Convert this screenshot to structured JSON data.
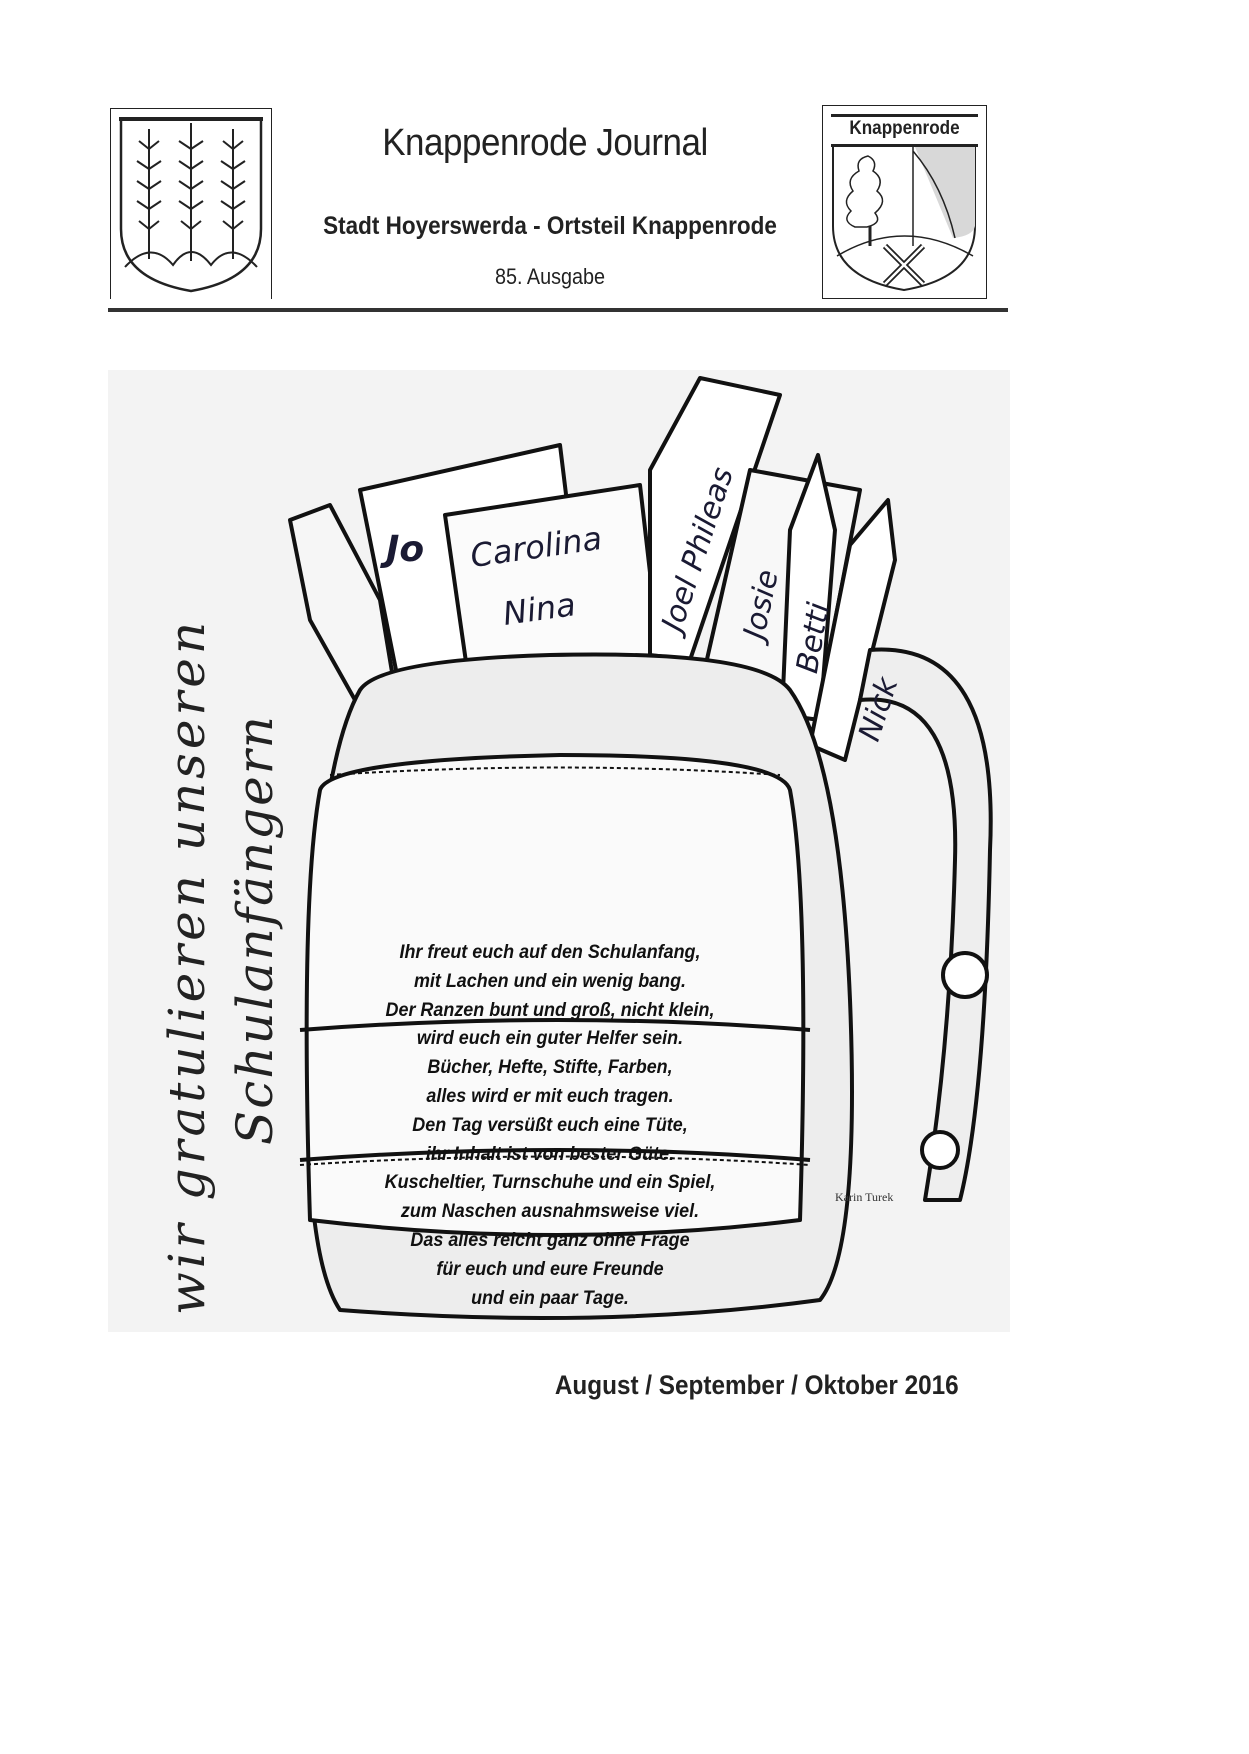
{
  "header": {
    "title": "Knappenrode Journal",
    "subtitle": "Stadt Hoyerswerda - Ortsteil Knappenrode",
    "issue": "85. Ausgabe",
    "left_crest": "hoyerswerda-crest-icon",
    "right_crest": {
      "icon": "knappenrode-crest-icon",
      "label": "Knappenrode"
    }
  },
  "illustration": {
    "greeting_line1": "wir gratulieren unseren",
    "greeting_line2": "Schulanfängern",
    "names": {
      "notebook": "Jo",
      "book_line1": "Carolina",
      "book_line2": "Nina",
      "ruler": "Joel Phileas",
      "folder": "Josie",
      "pencil1": "Betti",
      "pencil2": "Nick"
    },
    "poem": [
      "Ihr freut euch auf den Schulanfang,",
      "mit Lachen und ein wenig bang.",
      "Der Ranzen bunt und groß, nicht klein,",
      "wird euch ein guter Helfer sein.",
      "Bücher, Hefte, Stifte, Farben,",
      "alles wird er mit euch tragen.",
      "Den Tag versüßt euch eine Tüte,",
      "ihr Inhalt ist von bester Güte.",
      "Kuscheltier, Turnschuhe und ein Spiel,",
      "zum Naschen ausnahmsweise viel.",
      "Das alles reicht ganz ohne Frage",
      "für euch und eure Freunde",
      "und ein paar Tage."
    ],
    "artist": "Karin Turek"
  },
  "footer": {
    "date": "August / September / Oktober 2016"
  }
}
